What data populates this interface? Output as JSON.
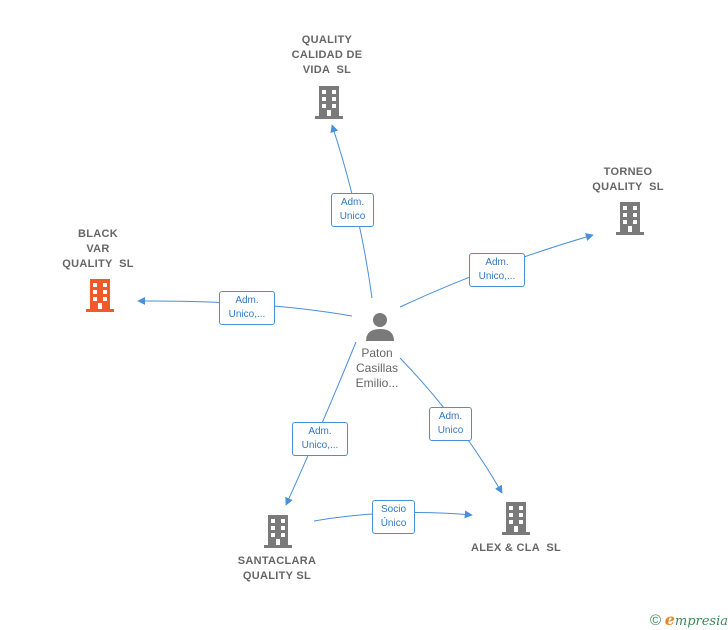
{
  "colors": {
    "edge": "#4a90d9",
    "building_default": "#7a7a7a",
    "building_highlight": "#f05a28",
    "person": "#7a7a7a"
  },
  "nodes": {
    "quality_calidad": {
      "lines": [
        "QUALITY",
        "CALIDAD DE",
        "VIDA  SL"
      ],
      "icon": "building-icon"
    },
    "torneo": {
      "lines": [
        "TORNEO",
        "QUALITY  SL"
      ],
      "icon": "building-icon"
    },
    "black_var": {
      "lines": [
        "BLACK",
        "VAR",
        "QUALITY  SL"
      ],
      "icon": "building-icon",
      "highlight": true
    },
    "person": {
      "lines": [
        "Paton",
        "Casillas",
        "Emilio..."
      ],
      "icon": "person-icon"
    },
    "santaclara": {
      "lines": [
        "SANTACLARA",
        "QUALITY SL"
      ],
      "icon": "building-icon"
    },
    "alex": {
      "lines": [
        "ALEX & CLA  SL"
      ],
      "icon": "building-icon"
    }
  },
  "edges": {
    "to_quality": [
      "Adm.",
      "Unico"
    ],
    "to_torneo": [
      "Adm.",
      "Unico,..."
    ],
    "to_black": [
      "Adm.",
      "Unico,..."
    ],
    "to_santaclara": [
      "Adm.",
      "Unico,..."
    ],
    "to_alex": [
      "Adm.",
      "Unico"
    ],
    "santaclara_alex": [
      "Socio",
      "Único"
    ]
  },
  "footer": {
    "copyright_symbol": "©",
    "brand_initial": "e",
    "brand_rest": "mpresia"
  }
}
